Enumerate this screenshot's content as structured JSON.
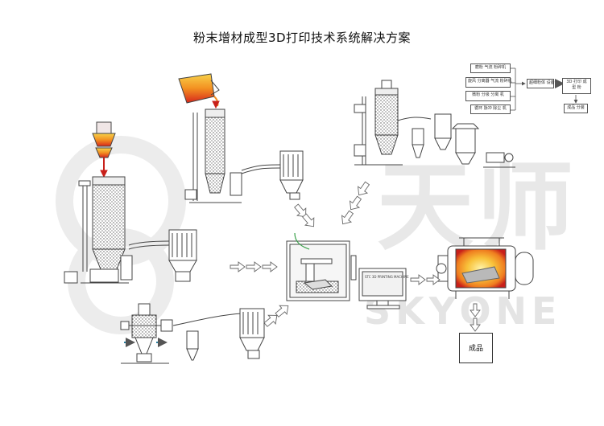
{
  "title": "粉末增材成型3D打印技术系统解决方案",
  "watermark": {
    "latin": "SKYONE",
    "cjk": "天师"
  },
  "flowchart": {
    "left_column": [
      "磨粉 气流 粉碎机",
      "旋风 分离器 气流 粉碎机",
      "微粉 分级 分离 机",
      "循环 脉冲 除尘 机"
    ],
    "middle": "超细粉体 设备",
    "middle_right": "3D 打印 成型 粉",
    "bottom": "成品 分装"
  },
  "screen_label": "STC 3D PRINTING MACHINE",
  "product_label": "成品",
  "colors": {
    "line": "#555555",
    "arrow_fill": "#ffffff",
    "flame_red": "#d7261c",
    "flame_orange": "#f39021",
    "flame_yellow": "#f8d24a",
    "accent_red": "#c8201a",
    "green_wire": "#3aa14a",
    "teal_arrow": "#2a7fa0"
  }
}
